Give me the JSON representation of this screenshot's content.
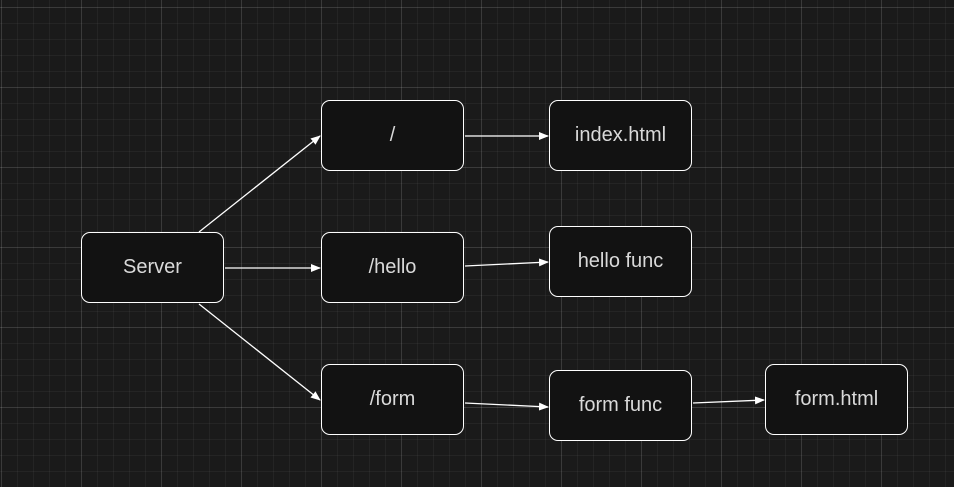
{
  "diagram": {
    "theme": {
      "background": "#1a1a1a",
      "node_fill": "#121212",
      "node_stroke": "#ffffff",
      "text_color": "#d9d9d9",
      "edge_color": "#ffffff"
    },
    "nodes": {
      "server": "Server",
      "route_root": "/",
      "route_hello": "/hello",
      "route_form": "/form",
      "index_html": "index.html",
      "hello_func": "hello func",
      "form_func": "form func",
      "form_html": "form.html"
    },
    "edges": [
      {
        "from": "server",
        "to": "route_root"
      },
      {
        "from": "server",
        "to": "route_hello"
      },
      {
        "from": "server",
        "to": "route_form"
      },
      {
        "from": "route_root",
        "to": "index_html"
      },
      {
        "from": "route_hello",
        "to": "hello_func"
      },
      {
        "from": "route_form",
        "to": "form_func"
      },
      {
        "from": "form_func",
        "to": "form_html"
      }
    ]
  }
}
